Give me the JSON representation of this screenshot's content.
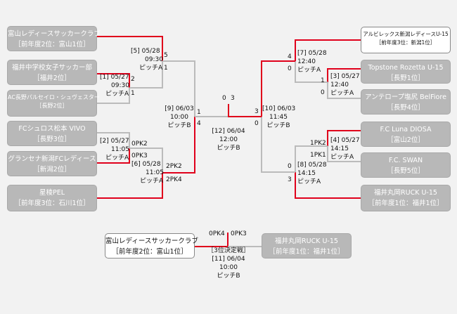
{
  "colors": {
    "winner_line": "#e0001b",
    "loser_line": "#bbbbbb",
    "team_gray": "#b8b8b8"
  },
  "teams": {
    "toyama_ladies": {
      "name": "富山レディースサッカークラブ",
      "sub": "［前年度2位：富山1位］"
    },
    "fukui_chugaku": {
      "name": "福井中学校女子サッカー部",
      "sub": "［福井2位］"
    },
    "ac_nagano": {
      "name": "AC長野パルセイロ・シュヴェスター",
      "sub": "［長野2位］"
    },
    "fc_shuros": {
      "name": "FCシュロス松本 VIVO",
      "sub": "［長野3位］"
    },
    "granser": {
      "name": "グランセナ新潟FCレディース",
      "sub": "［新潟2位］"
    },
    "seiryo": {
      "name": "星稜PEL",
      "sub": "［前年度3位：石川1位］"
    },
    "albirex": {
      "name": "アルビレックス新潟レディースU-15",
      "sub": "［前年度3位：新潟1位］"
    },
    "topstone": {
      "name": "Topstone Rozetta U-15",
      "sub": "［長野1位］"
    },
    "antelope": {
      "name": "アンテロープ塩尻 BelFiore",
      "sub": "［長野4位］"
    },
    "luna": {
      "name": "F.C Luna DIOSA",
      "sub": "［富山2位］"
    },
    "swan": {
      "name": "F.C. SWAN",
      "sub": "［長野5位］"
    },
    "fukui_maruoka": {
      "name": "福井丸岡RUCK U-15",
      "sub": "［前年度1位：福井1位］"
    },
    "third_left": {
      "name": "富山レディースサッカークラブ",
      "sub": "［前年度2位：富山1位］"
    },
    "third_right": {
      "name": "福井丸岡RUCK U-15",
      "sub": "［前年度1位：福井1位］"
    }
  },
  "matches": {
    "m1": {
      "no": "[1] 05/27",
      "time": "09:30",
      "pitch": "ピッチA"
    },
    "m2": {
      "no": "[2] 05/27",
      "time": "11:05",
      "pitch": "ピッチA"
    },
    "m3": {
      "no": "[3] 05/27",
      "time": "12:40",
      "pitch": "ピッチA"
    },
    "m4": {
      "no": "[4] 05/27",
      "time": "14:15",
      "pitch": "ピッチA"
    },
    "m5": {
      "no": "[5] 05/28",
      "time": "09:30",
      "pitch": "ピッチA"
    },
    "m6": {
      "no": "[6] 05/28",
      "time": "11:05",
      "pitch": "ピッチA"
    },
    "m7": {
      "no": "[7] 05/28",
      "time": "12:40",
      "pitch": "ピッチA"
    },
    "m8": {
      "no": "[8] 05/28",
      "time": "14:15",
      "pitch": "ピッチA"
    },
    "m9": {
      "no": "[9] 06/03",
      "time": "10:00",
      "pitch": "ピッチB"
    },
    "m10": {
      "no": "[10] 06/03",
      "time": "11:45",
      "pitch": "ピッチB"
    },
    "m11": {
      "title": "［3位決定戦］",
      "no": "[11] 06/04",
      "time": "10:00",
      "pitch": "ピッチB"
    },
    "m12": {
      "no": "[12] 06/04",
      "time": "12:00",
      "pitch": "ピッチB"
    }
  },
  "scores": {
    "m1_top": "2",
    "m1_bot": "1",
    "m5_top": "5",
    "m5_bot": "1",
    "m2_top": "0PK2",
    "m2_bot": "0PK3",
    "m6_top": "2PK2",
    "m6_bot": "2PK4",
    "m9_top": "1",
    "m9_bot": "4",
    "m3_top": "1",
    "m3_bot": "0",
    "m7_top": "4",
    "m7_bot": "0",
    "m4_top": "1PK2",
    "m4_bot": "1PK1",
    "m8_top": "0",
    "m8_bot": "3",
    "m10_top": "3",
    "m10_bot": "0",
    "final_left": "0",
    "final_right": "3",
    "third_left": "0PK4",
    "third_right": "0PK3"
  }
}
